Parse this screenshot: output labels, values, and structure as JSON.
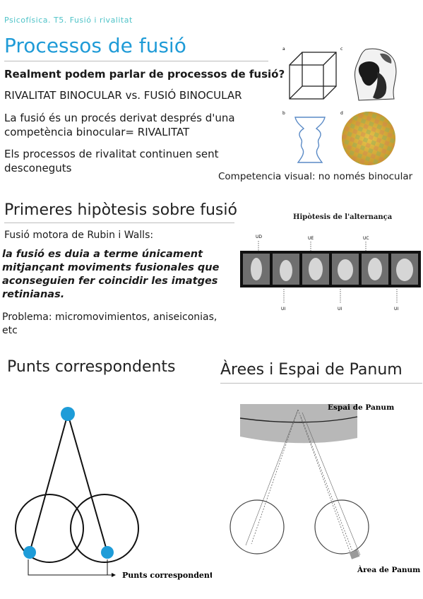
{
  "header": {
    "small_title": "Psicofísica. T5. Fusió i rivalitat"
  },
  "section1": {
    "title": "Processos de fusió",
    "question": "Realment podem parlar de processos de fusió?",
    "line1": "RIVALITAT BINOCULAR vs. FUSIÓ BINOCULAR",
    "line2a": "La fusió és un procés derivat després d'una",
    "line2b": "competència binocular= RIVALITAT",
    "line3a": "Els processos de rivalitat continuen sent",
    "line3b": "desconeguts",
    "caption": "Competencia visual: no només binocular",
    "figure_labels": [
      "a",
      "c",
      "b",
      "d"
    ]
  },
  "section2": {
    "title": "Primeres hipòtesis sobre fusió",
    "line1": "Fusió motora de Rubin i Walls:",
    "bold_a": "la fusió es duia a terme únicament",
    "bold_b": "mitjançant moviments fusionales que",
    "bold_c": "aconseguien fer coincidir les imatges",
    "bold_d": "retinianas.",
    "problem_a": "Problema: micromovimientos, aniseiconias,",
    "problem_b": "etc",
    "figure_title": "Hipòtesis de l'alternança",
    "top_labels": [
      "UD",
      "UE",
      "UC"
    ],
    "bottom_labels": [
      "UI",
      "UI",
      "UI"
    ]
  },
  "section3": {
    "title": "Punts correspondents",
    "figure_label": "Punts correspondents"
  },
  "section4": {
    "title": "Àrees i Espai de Panum",
    "label_espai": "Espai de Panum",
    "label_area": "Àrea de Panum"
  }
}
